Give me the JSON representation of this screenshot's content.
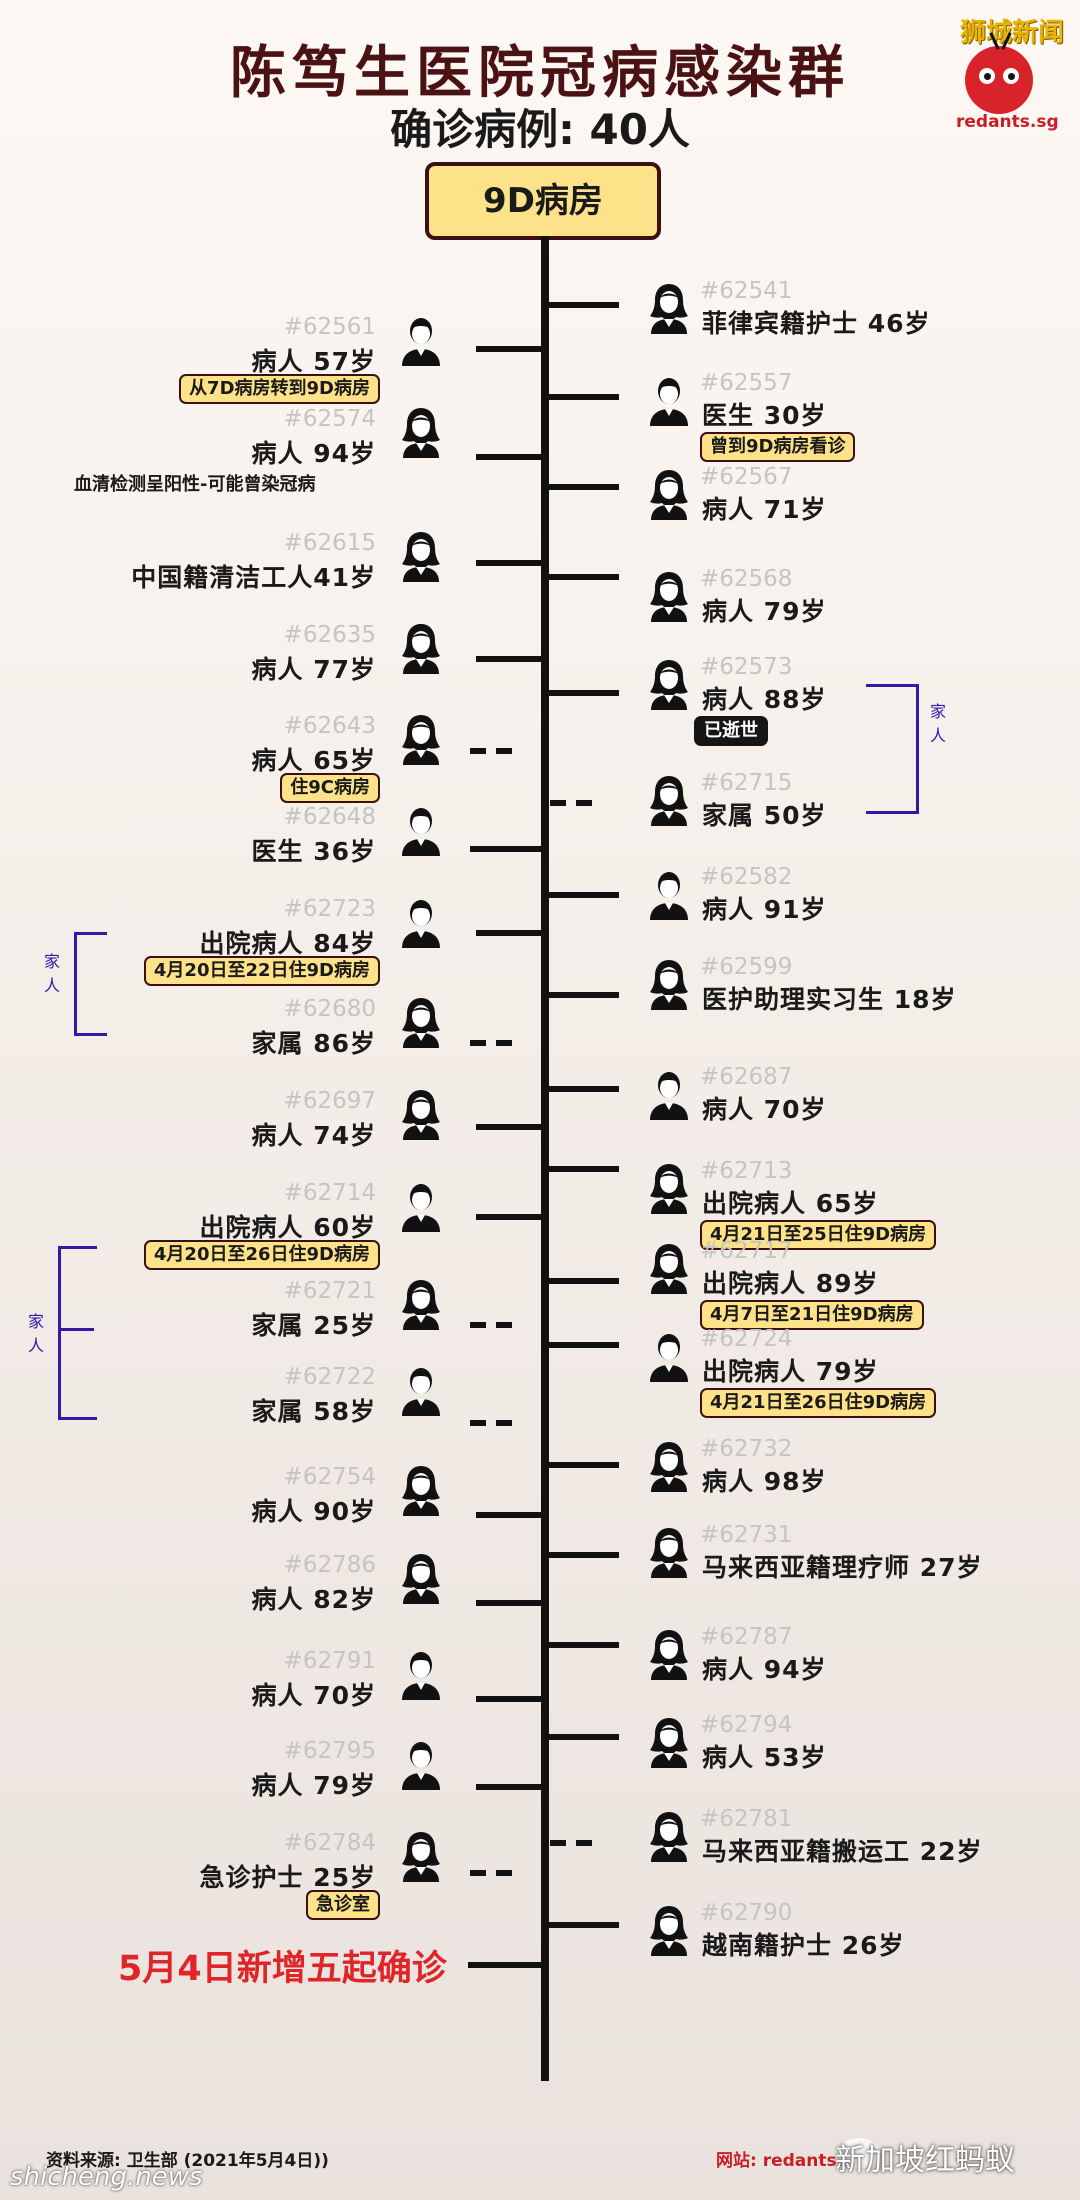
{
  "header": {
    "title": "陈笃生医院冠病感染群",
    "subtitle": "确诊病例: 40人",
    "ward": "9D病房"
  },
  "logo": {
    "brand": "狮城新闻",
    "site": "redants.sg"
  },
  "family_label": "家人",
  "left_cases": [
    {
      "id": "#62561",
      "info": "病人  57岁",
      "badge": "从7D病房转到9D病房"
    },
    {
      "id": "#62574",
      "info": "病人  94岁",
      "note": "血清检测呈阳性-可能曾染冠病"
    },
    {
      "id": "#62615",
      "info": "中国籍清洁工人41岁"
    },
    {
      "id": "#62635",
      "info": "病人  77岁"
    },
    {
      "id": "#62643",
      "info": "病人  65岁",
      "badge": "住9C病房"
    },
    {
      "id": "#62648",
      "info": "医生  36岁"
    },
    {
      "id": "#62723",
      "info": "出院病人  84岁",
      "badge": "4月20日至22日住9D病房"
    },
    {
      "id": "#62680",
      "info": "家属  86岁"
    },
    {
      "id": "#62697",
      "info": "病人  74岁"
    },
    {
      "id": "#62714",
      "info": "出院病人  60岁",
      "badge": "4月20日至26日住9D病房"
    },
    {
      "id": "#62721",
      "info": "家属  25岁"
    },
    {
      "id": "#62722",
      "info": "家属  58岁"
    },
    {
      "id": "#62754",
      "info": "病人  90岁"
    },
    {
      "id": "#62786",
      "info": "病人  82岁"
    },
    {
      "id": "#62791",
      "info": "病人  70岁"
    },
    {
      "id": "#62795",
      "info": "病人  79岁"
    },
    {
      "id": "#62784",
      "info": "急诊护士  25岁",
      "badge": "急诊室"
    }
  ],
  "right_cases": [
    {
      "id": "#62541",
      "info": "菲律宾籍护士  46岁"
    },
    {
      "id": "#62557",
      "info": "医生  30岁",
      "badge": "曾到9D病房看诊"
    },
    {
      "id": "#62567",
      "info": "病人  71岁"
    },
    {
      "id": "#62568",
      "info": "病人  79岁"
    },
    {
      "id": "#62573",
      "info": "病人  88岁",
      "status": "已逝世"
    },
    {
      "id": "#62715",
      "info": "家属  50岁"
    },
    {
      "id": "#62582",
      "info": "病人  91岁"
    },
    {
      "id": "#62599",
      "info": "医护助理实习生  18岁"
    },
    {
      "id": "#62687",
      "info": "病人  70岁"
    },
    {
      "id": "#62713",
      "info": "出院病人  65岁",
      "badge": "4月21日至25日住9D病房"
    },
    {
      "id": "#62717",
      "info": "出院病人  89岁",
      "badge": "4月7日至21日住9D病房"
    },
    {
      "id": "#62724",
      "info": "出院病人  79岁",
      "badge": "4月21日至26日住9D病房"
    },
    {
      "id": "#62732",
      "info": "病人  98岁"
    },
    {
      "id": "#62731",
      "info": "马来西亚籍理疗师  27岁"
    },
    {
      "id": "#62787",
      "info": "病人  94岁"
    },
    {
      "id": "#62794",
      "info": "病人  53岁"
    },
    {
      "id": "#62781",
      "info": "马来西亚籍搬运工  22岁"
    },
    {
      "id": "#62790",
      "info": "越南籍护士  26岁"
    }
  ],
  "new_cases": "5月4日新增五起确诊",
  "footer": {
    "source": "资料来源: 卫生部  (2021年5月4日))",
    "website": "网站: redants...",
    "wechat": "新加坡红蚂蚁",
    "watermark": "shicheng.news"
  }
}
